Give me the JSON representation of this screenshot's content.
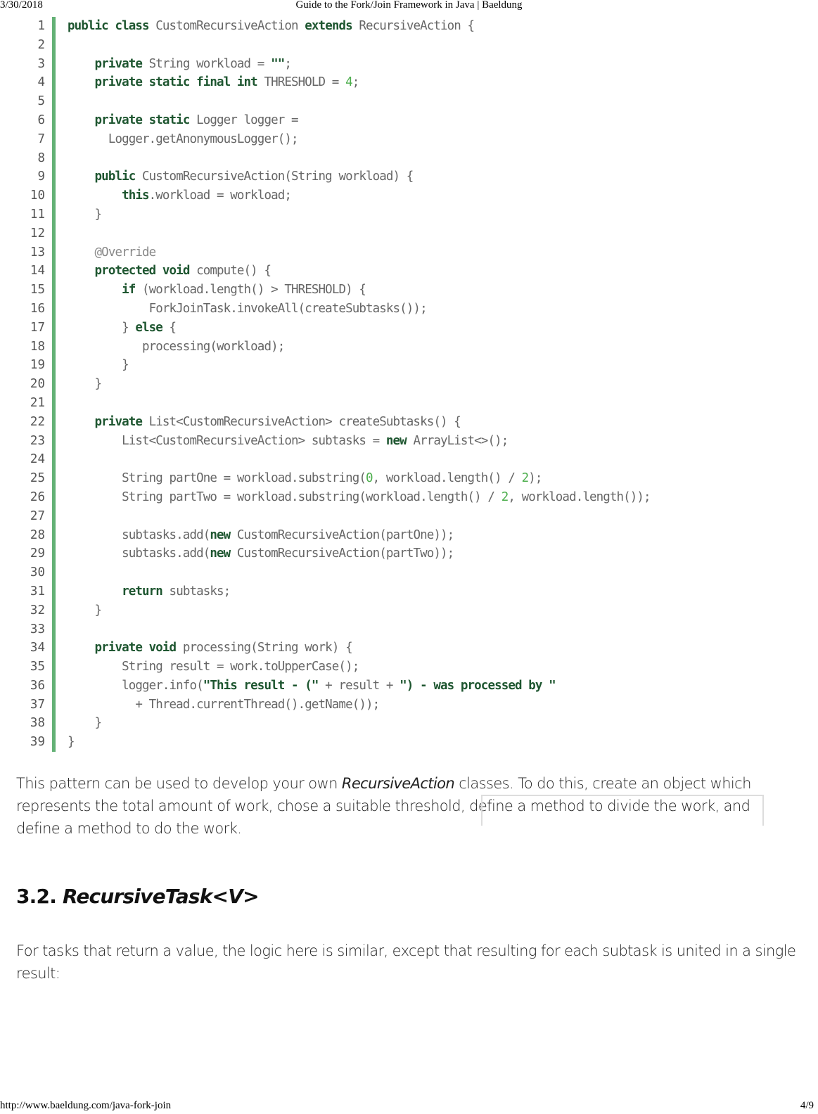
{
  "print_header": {
    "date": "3/30/2018",
    "title": "Guide to the Fork/Join Framework in Java | Baeldung"
  },
  "print_footer": {
    "url": "http://www.baeldung.com/java-fork-join",
    "page": "4/9"
  },
  "colors": {
    "gutter_bar": "#63b175",
    "keyword": "#1e5630",
    "number": "#4cae4c",
    "plain_code": "#666666"
  },
  "code": {
    "language": "java",
    "lines": [
      {
        "n": "1",
        "tokens": [
          [
            "kw",
            "public class"
          ],
          [
            "t",
            " CustomRecursiveAction "
          ],
          [
            "kw",
            "extends"
          ],
          [
            "t",
            " RecursiveAction {"
          ]
        ]
      },
      {
        "n": "2",
        "tokens": []
      },
      {
        "n": "3",
        "tokens": [
          [
            "t",
            "    "
          ],
          [
            "kw",
            "private"
          ],
          [
            "t",
            " String workload = "
          ],
          [
            "str",
            "\"\""
          ],
          [
            "t",
            ";"
          ]
        ]
      },
      {
        "n": "4",
        "tokens": [
          [
            "t",
            "    "
          ],
          [
            "kw",
            "private static final int"
          ],
          [
            "t",
            " THRESHOLD = "
          ],
          [
            "num",
            "4"
          ],
          [
            "t",
            ";"
          ]
        ]
      },
      {
        "n": "5",
        "tokens": []
      },
      {
        "n": "6",
        "tokens": [
          [
            "t",
            "    "
          ],
          [
            "kw",
            "private static"
          ],
          [
            "t",
            " Logger logger ="
          ]
        ]
      },
      {
        "n": "7",
        "tokens": [
          [
            "t",
            "      Logger.getAnonymousLogger();"
          ]
        ]
      },
      {
        "n": "8",
        "tokens": []
      },
      {
        "n": "9",
        "tokens": [
          [
            "t",
            "    "
          ],
          [
            "kw",
            "public"
          ],
          [
            "t",
            " CustomRecursiveAction(String workload) {"
          ]
        ]
      },
      {
        "n": "10",
        "tokens": [
          [
            "t",
            "        "
          ],
          [
            "kw",
            "this"
          ],
          [
            "t",
            ".workload = workload;"
          ]
        ]
      },
      {
        "n": "11",
        "tokens": [
          [
            "t",
            "    }"
          ]
        ]
      },
      {
        "n": "12",
        "tokens": []
      },
      {
        "n": "13",
        "tokens": [
          [
            "t",
            "    "
          ],
          [
            "ann",
            "@Override"
          ]
        ]
      },
      {
        "n": "14",
        "tokens": [
          [
            "t",
            "    "
          ],
          [
            "kw",
            "protected void"
          ],
          [
            "t",
            " compute() {"
          ]
        ]
      },
      {
        "n": "15",
        "tokens": [
          [
            "t",
            "        "
          ],
          [
            "kw",
            "if"
          ],
          [
            "t",
            " (workload.length() > THRESHOLD) {"
          ]
        ]
      },
      {
        "n": "16",
        "tokens": [
          [
            "t",
            "            ForkJoinTask.invokeAll(createSubtasks());"
          ]
        ]
      },
      {
        "n": "17",
        "tokens": [
          [
            "t",
            "        } "
          ],
          [
            "kw",
            "else"
          ],
          [
            "t",
            " {"
          ]
        ]
      },
      {
        "n": "18",
        "tokens": [
          [
            "t",
            "           processing(workload);"
          ]
        ]
      },
      {
        "n": "19",
        "tokens": [
          [
            "t",
            "        }"
          ]
        ]
      },
      {
        "n": "20",
        "tokens": [
          [
            "t",
            "    }"
          ]
        ]
      },
      {
        "n": "21",
        "tokens": []
      },
      {
        "n": "22",
        "tokens": [
          [
            "t",
            "    "
          ],
          [
            "kw",
            "private"
          ],
          [
            "t",
            " List<CustomRecursiveAction> createSubtasks() {"
          ]
        ]
      },
      {
        "n": "23",
        "tokens": [
          [
            "t",
            "        List<CustomRecursiveAction> subtasks = "
          ],
          [
            "kw",
            "new"
          ],
          [
            "t",
            " ArrayList<>();"
          ]
        ]
      },
      {
        "n": "24",
        "tokens": []
      },
      {
        "n": "25",
        "tokens": [
          [
            "t",
            "        String partOne = workload.substring("
          ],
          [
            "num",
            "0"
          ],
          [
            "t",
            ", workload.length() / "
          ],
          [
            "num",
            "2"
          ],
          [
            "t",
            ");"
          ]
        ]
      },
      {
        "n": "26",
        "tokens": [
          [
            "t",
            "        String partTwo = workload.substring(workload.length() / "
          ],
          [
            "num",
            "2"
          ],
          [
            "t",
            ", workload.length());"
          ]
        ]
      },
      {
        "n": "27",
        "tokens": []
      },
      {
        "n": "28",
        "tokens": [
          [
            "t",
            "        subtasks.add("
          ],
          [
            "kw",
            "new"
          ],
          [
            "t",
            " CustomRecursiveAction(partOne));"
          ]
        ]
      },
      {
        "n": "29",
        "tokens": [
          [
            "t",
            "        subtasks.add("
          ],
          [
            "kw",
            "new"
          ],
          [
            "t",
            " CustomRecursiveAction(partTwo));"
          ]
        ]
      },
      {
        "n": "30",
        "tokens": []
      },
      {
        "n": "31",
        "tokens": [
          [
            "t",
            "        "
          ],
          [
            "kw",
            "return"
          ],
          [
            "t",
            " subtasks;"
          ]
        ]
      },
      {
        "n": "32",
        "tokens": [
          [
            "t",
            "    }"
          ]
        ]
      },
      {
        "n": "33",
        "tokens": []
      },
      {
        "n": "34",
        "tokens": [
          [
            "t",
            "    "
          ],
          [
            "kw",
            "private void"
          ],
          [
            "t",
            " processing(String work) {"
          ]
        ]
      },
      {
        "n": "35",
        "tokens": [
          [
            "t",
            "        String result = work.toUpperCase();"
          ]
        ]
      },
      {
        "n": "36",
        "tokens": [
          [
            "t",
            "        logger.info("
          ],
          [
            "str",
            "\"This result - (\""
          ],
          [
            "t",
            " + result + "
          ],
          [
            "str",
            "\") - was processed by \""
          ]
        ]
      },
      {
        "n": "37",
        "tokens": [
          [
            "t",
            "          + Thread.currentThread().getName());"
          ]
        ]
      },
      {
        "n": "38",
        "tokens": [
          [
            "t",
            "    }"
          ]
        ]
      },
      {
        "n": "39",
        "tokens": [
          [
            "t",
            "}"
          ]
        ]
      }
    ]
  },
  "article": {
    "paragraph1": {
      "before_em": "This pattern can be used to develop your own ",
      "em": "RecursiveAction",
      "after_em": " classes. To do this, create an object which represents the total amount of work, chose a suitable threshold, define a method to divide the work, and define a method to do the work."
    },
    "section_heading": {
      "number": "3.2. ",
      "title": "RecursiveTask<V>"
    },
    "paragraph2": "For tasks that return a value, the logic here is similar, except that resulting for each subtask is united in a single result:"
  }
}
